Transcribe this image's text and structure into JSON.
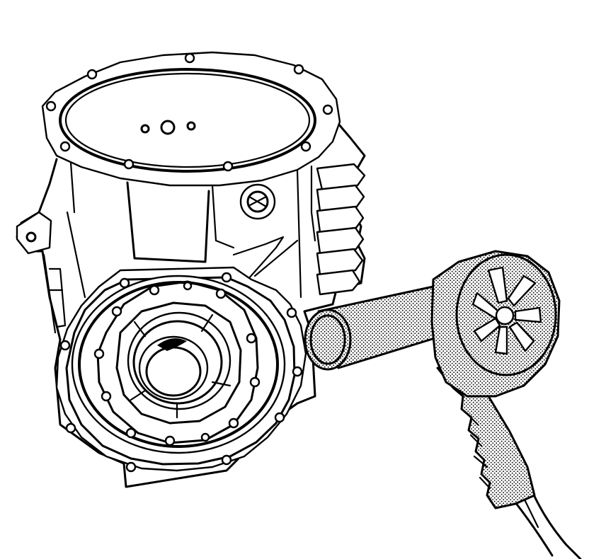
{
  "illustration": {
    "subjects": [
      "transmission-case",
      "fluid-pump-assembly",
      "heat-gun"
    ]
  },
  "colors": {
    "line": "#000000",
    "background": "#ffffff",
    "stipple_dot": "#000000"
  }
}
